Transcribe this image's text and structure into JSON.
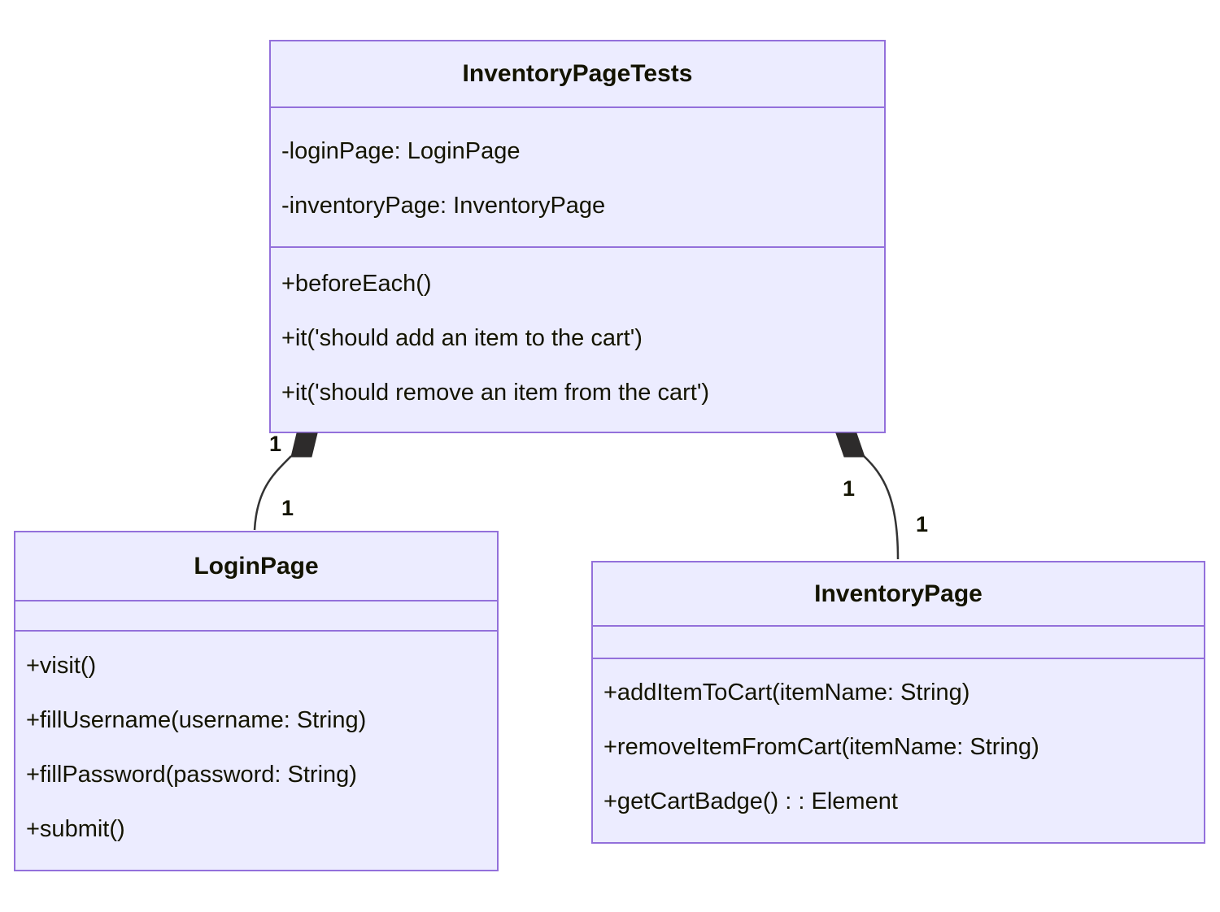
{
  "diagram": {
    "type": "uml-class-diagram",
    "colors": {
      "node_fill": "#ECECFF",
      "node_border": "#9370DB",
      "edge_line": "#333333",
      "marker_fill": "#2d2b2b",
      "text": "#131300"
    },
    "classes": [
      {
        "name": "InventoryPageTests",
        "attributes": [
          "-loginPage: LoginPage",
          "-inventoryPage: InventoryPage"
        ],
        "methods": [
          "+beforeEach()",
          "+it('should add an item to the cart')",
          "+it('should remove an item from the cart')"
        ]
      },
      {
        "name": "LoginPage",
        "attributes": [],
        "methods": [
          "+visit()",
          "+fillUsername(username: String)",
          "+fillPassword(password: String)",
          "+submit()"
        ]
      },
      {
        "name": "InventoryPage",
        "attributes": [],
        "methods": [
          "+addItemToCart(itemName: String)",
          "+removeItemFromCart(itemName: String)",
          "+getCartBadge() : : Element"
        ]
      }
    ],
    "relations": [
      {
        "from": "InventoryPageTests",
        "to": "LoginPage",
        "type": "composition",
        "from_multiplicity": "1",
        "to_multiplicity": "1"
      },
      {
        "from": "InventoryPageTests",
        "to": "InventoryPage",
        "type": "composition",
        "from_multiplicity": "1",
        "to_multiplicity": "1"
      }
    ]
  }
}
